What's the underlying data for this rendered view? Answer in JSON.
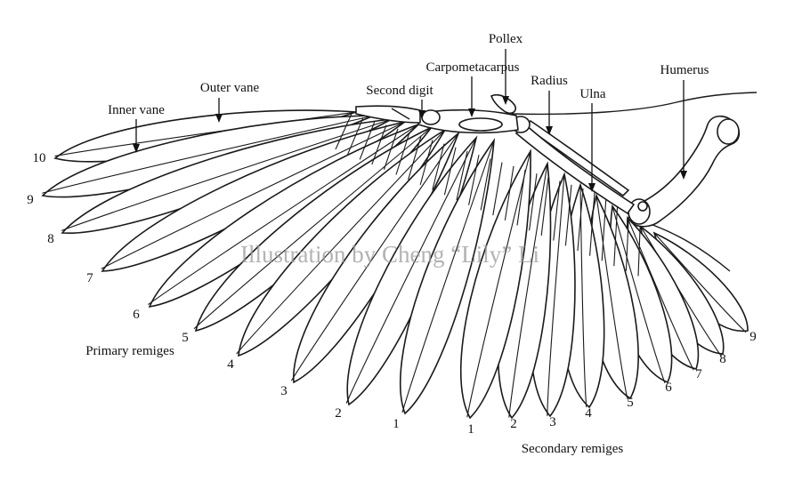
{
  "watermark": "Illustration by Cheng “Lily” Li",
  "labels": {
    "pollex": "Pollex",
    "carpometacarpus": "Carpometacarpus",
    "radius": "Radius",
    "ulna": "Ulna",
    "humerus": "Humerus",
    "second_digit": "Second digit",
    "outer_vane": "Outer vane",
    "inner_vane": "Inner vane",
    "primary_remiges": "Primary remiges",
    "secondary_remiges": "Secondary remiges"
  },
  "primary_numbers": [
    "10",
    "9",
    "8",
    "7",
    "6",
    "5",
    "4",
    "3",
    "2",
    "1"
  ],
  "secondary_numbers": [
    "1",
    "2",
    "3",
    "4",
    "5",
    "6",
    "7",
    "8",
    "9"
  ]
}
